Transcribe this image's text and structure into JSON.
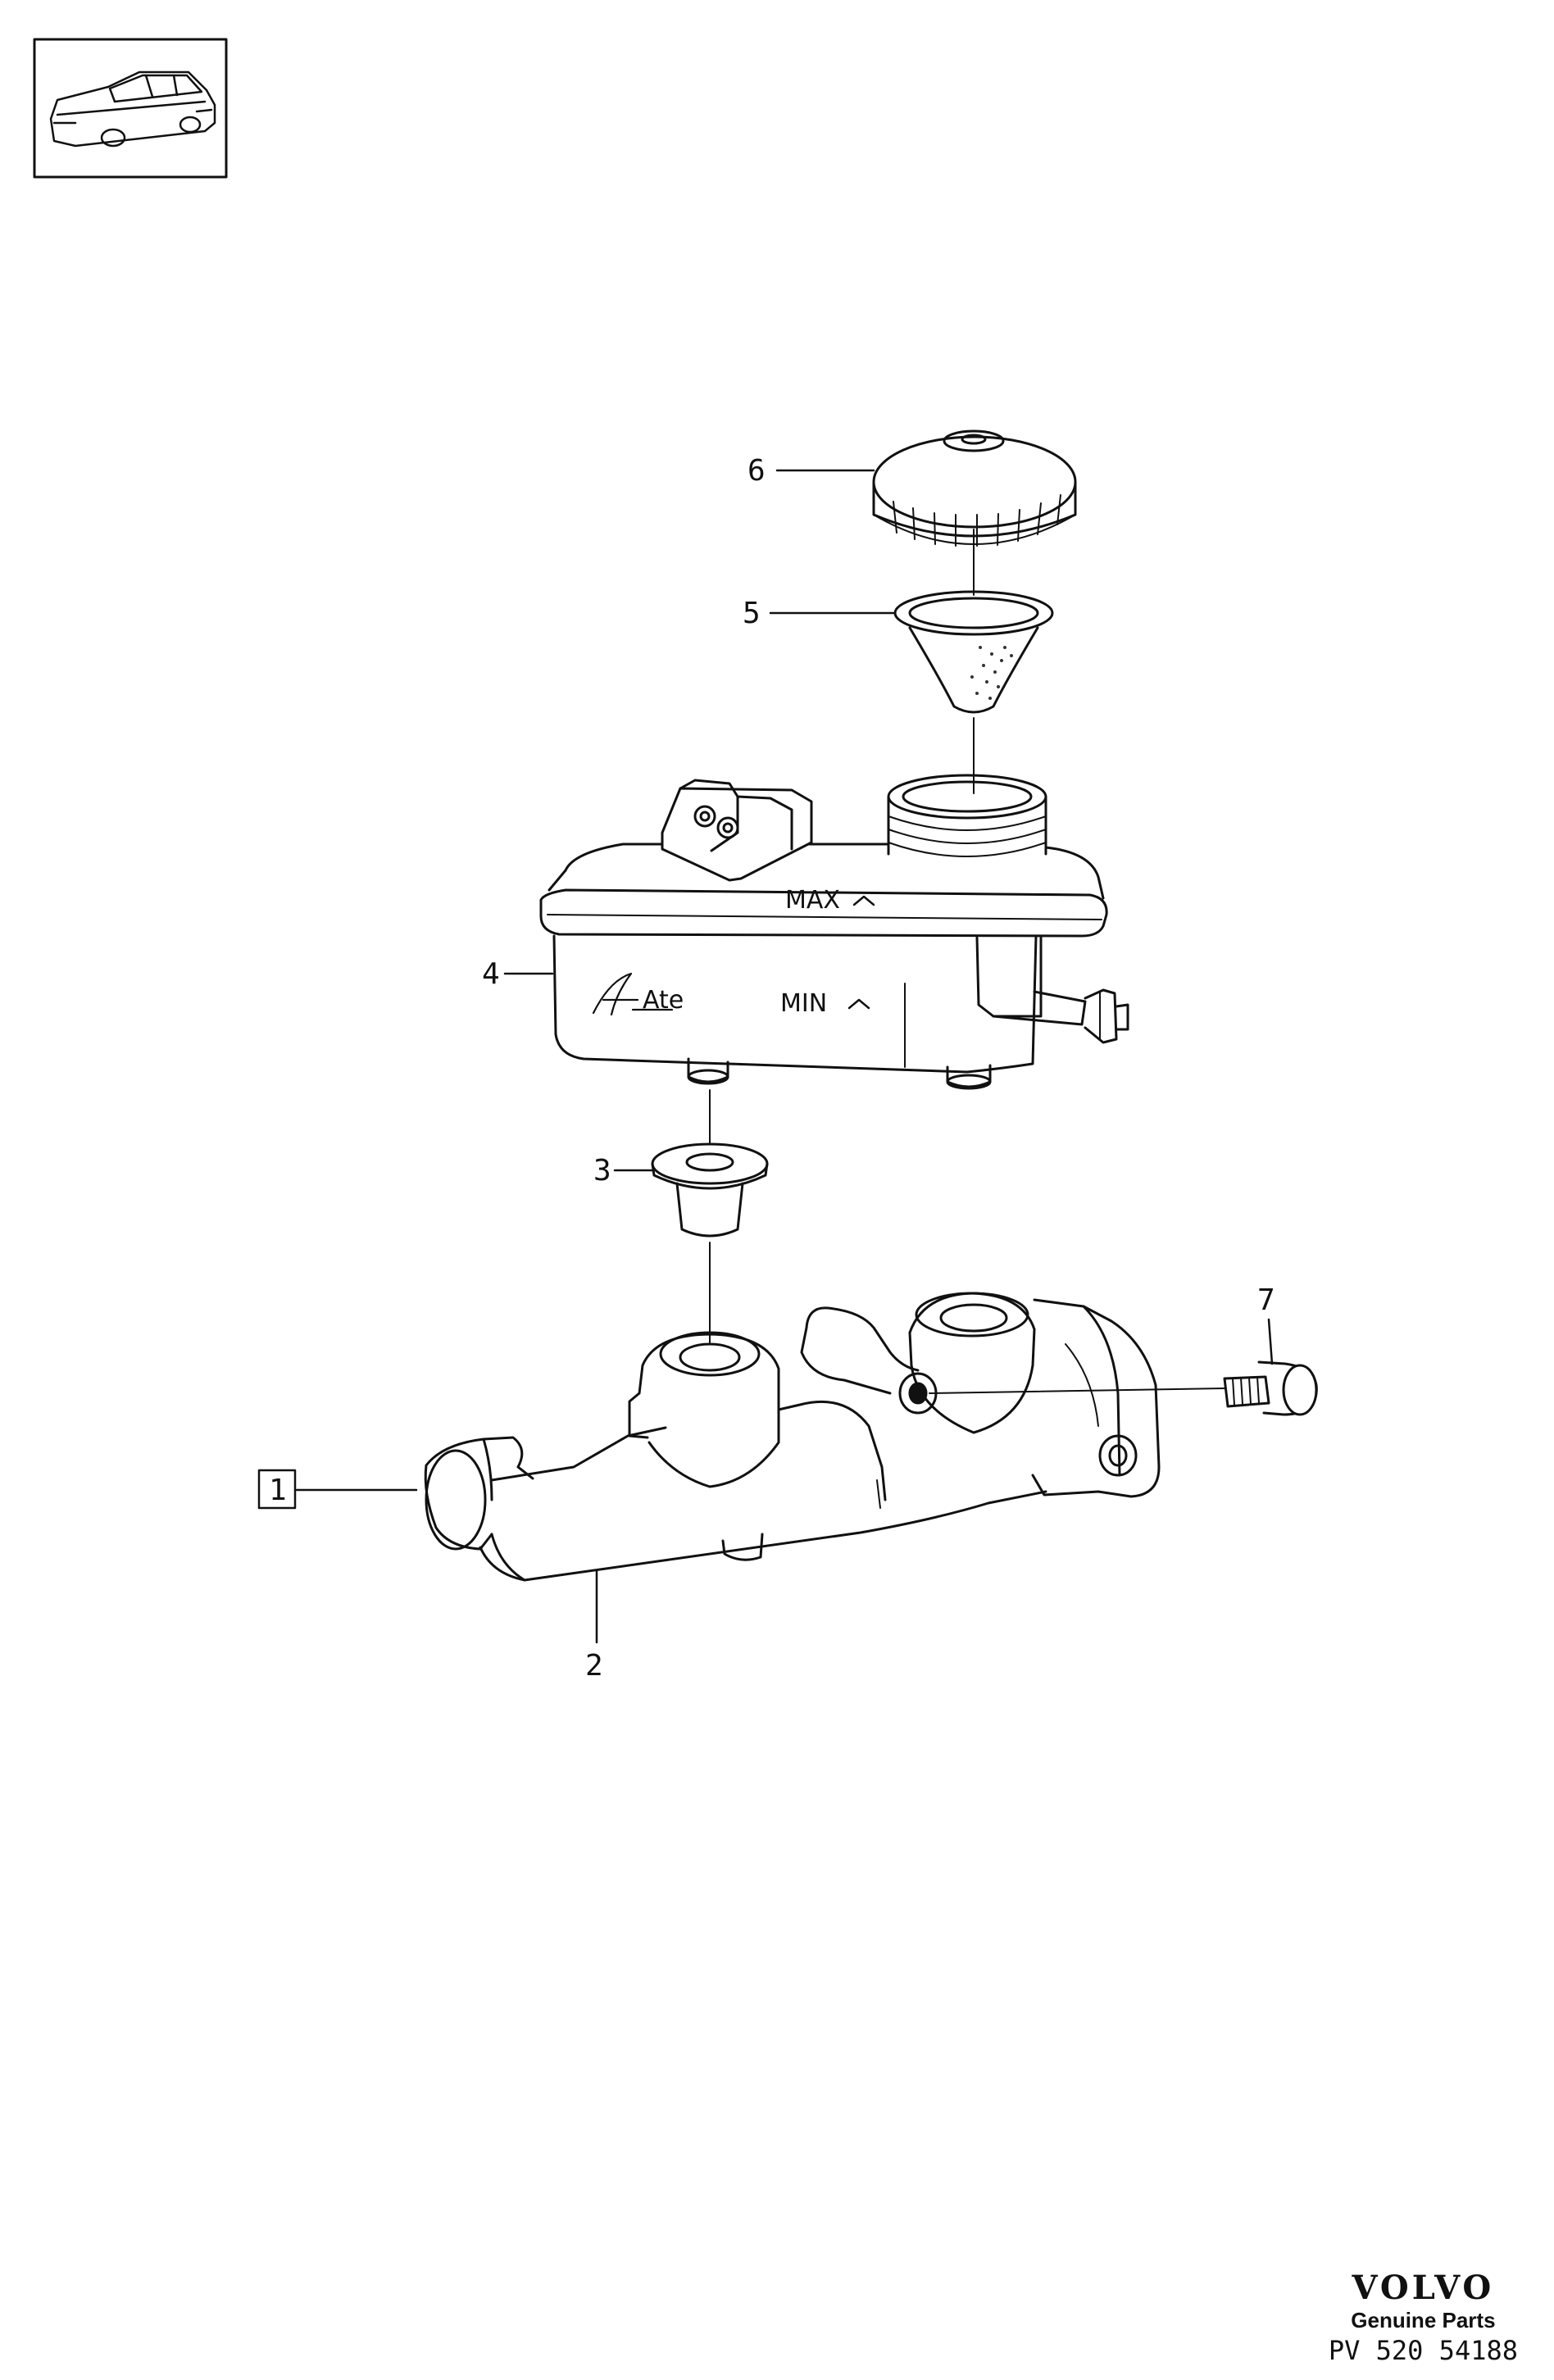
{
  "callouts": {
    "c1": "1",
    "c2": "2",
    "c3": "3",
    "c4": "4",
    "c5": "5",
    "c6": "6",
    "c7": "7"
  },
  "reservoir_markings": {
    "max": "MAX",
    "min": "MIN",
    "maker": "Ate"
  },
  "brand": {
    "logo": "VOLVO",
    "tagline": "Genuine Parts",
    "reference": "PV 520 54188"
  },
  "icons": {
    "vehicle": "sedan-car-icon"
  }
}
